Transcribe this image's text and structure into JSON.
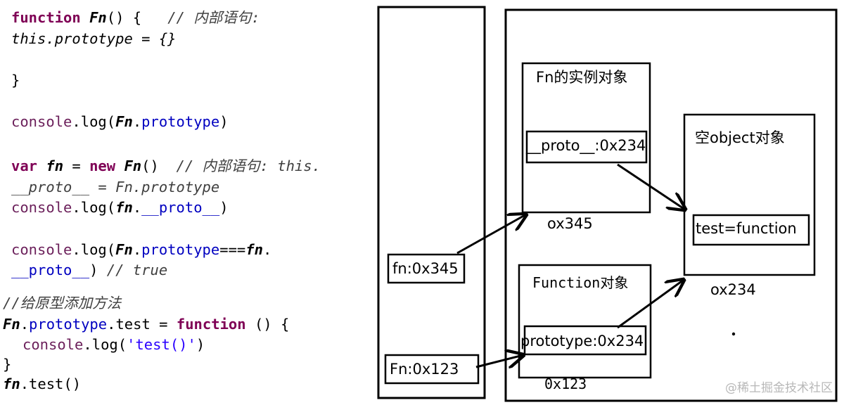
{
  "code": {
    "l1_kw": "function",
    "l1_fn": "Fn",
    "l1_rest": "() {",
    "l1_comment": "// 内部语句:",
    "l2": "this.prototype = {}",
    "l3": "}",
    "l4_console": "console",
    "l4_log": ".log(",
    "l4_fn": "Fn",
    "l4_dot": ".",
    "l4_prop": "prototype",
    "l4_close": ")",
    "l5_var": "var",
    "l5_fn": "fn",
    "l5_eq": " = ",
    "l5_new": "new",
    "l5_Fn": "Fn",
    "l5_paren": "()",
    "l5_comment": "// 内部语句: this.",
    "l6": "__proto__ = Fn.prototype",
    "l7_console": "console",
    "l7_log": ".log(",
    "l7_fn": "fn",
    "l7_dot": ".",
    "l7_prop": "__proto__",
    "l7_close": ")",
    "l8_console": "console",
    "l8_log": ".log(",
    "l8_Fn": "Fn",
    "l8_dot": ".",
    "l8_prop": "prototype",
    "l8_eq": "===",
    "l8_fn": "fn",
    "l8_dot2": ".",
    "l9_prop": "__proto__",
    "l9_close": ")",
    "l9_comment": "// true",
    "l10_comment": "//给原型添加方法",
    "l11_Fn": "Fn",
    "l11_dot": ".",
    "l11_prop": "prototype",
    "l11_test": ".test = ",
    "l11_kw": "function",
    "l11_rest": " () {",
    "l12_console": "console",
    "l12_log": ".log(",
    "l12_str": "'test()'",
    "l12_close": ")",
    "l13": "}",
    "l14_fn": "fn",
    "l14_rest": ".test()"
  },
  "diagram": {
    "stack_fn": "fn:0x345",
    "stack_Fn": "Fn:0x123",
    "instance_title": "Fn的实例对象",
    "instance_proto": "__proto__:0x234",
    "instance_addr": "ox345",
    "function_title": "Function对象",
    "function_prototype": "prototype:0x234",
    "function_addr": "0x123",
    "empty_title": "空object对象",
    "empty_test": "test=function",
    "empty_addr": "ox234"
  },
  "watermark": "@稀土掘金技术社区"
}
